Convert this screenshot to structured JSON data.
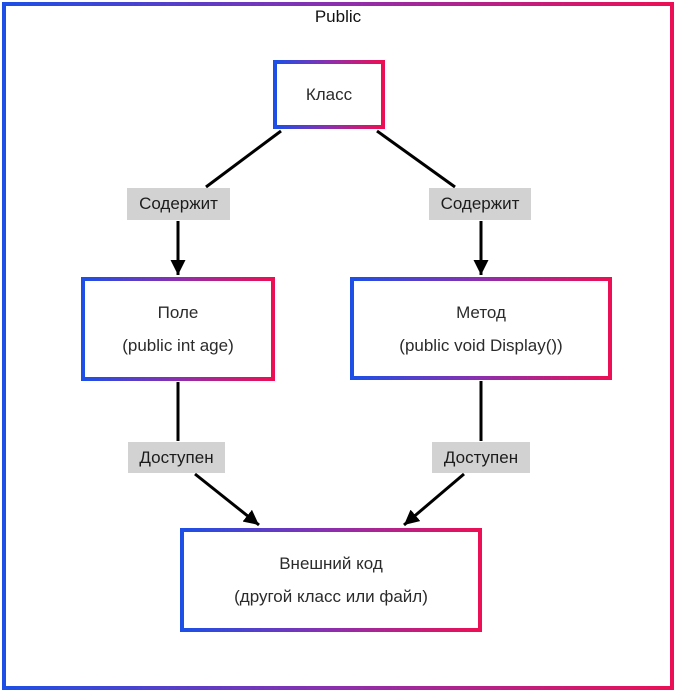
{
  "frame": {
    "title": "Public"
  },
  "colors": {
    "gradient_start": "#1d4fe6",
    "gradient_mid": "#8c2fae",
    "gradient_end": "#ec0f55",
    "label_bg": "#d2d2d2",
    "text": "#2b2b2b",
    "line": "#000000",
    "bg": "#ffffff"
  },
  "nodes": {
    "class": {
      "title": "Класс"
    },
    "field": {
      "title": "Поле",
      "subtitle": "(public int age)"
    },
    "method": {
      "title": "Метод",
      "subtitle": "(public void Display())"
    },
    "external": {
      "title": "Внешний код",
      "subtitle": "(другой класс или файл)"
    }
  },
  "edge_labels": {
    "contains_left": "Содержит",
    "contains_right": "Содержит",
    "accessible_left": "Доступен",
    "accessible_right": "Доступен"
  }
}
